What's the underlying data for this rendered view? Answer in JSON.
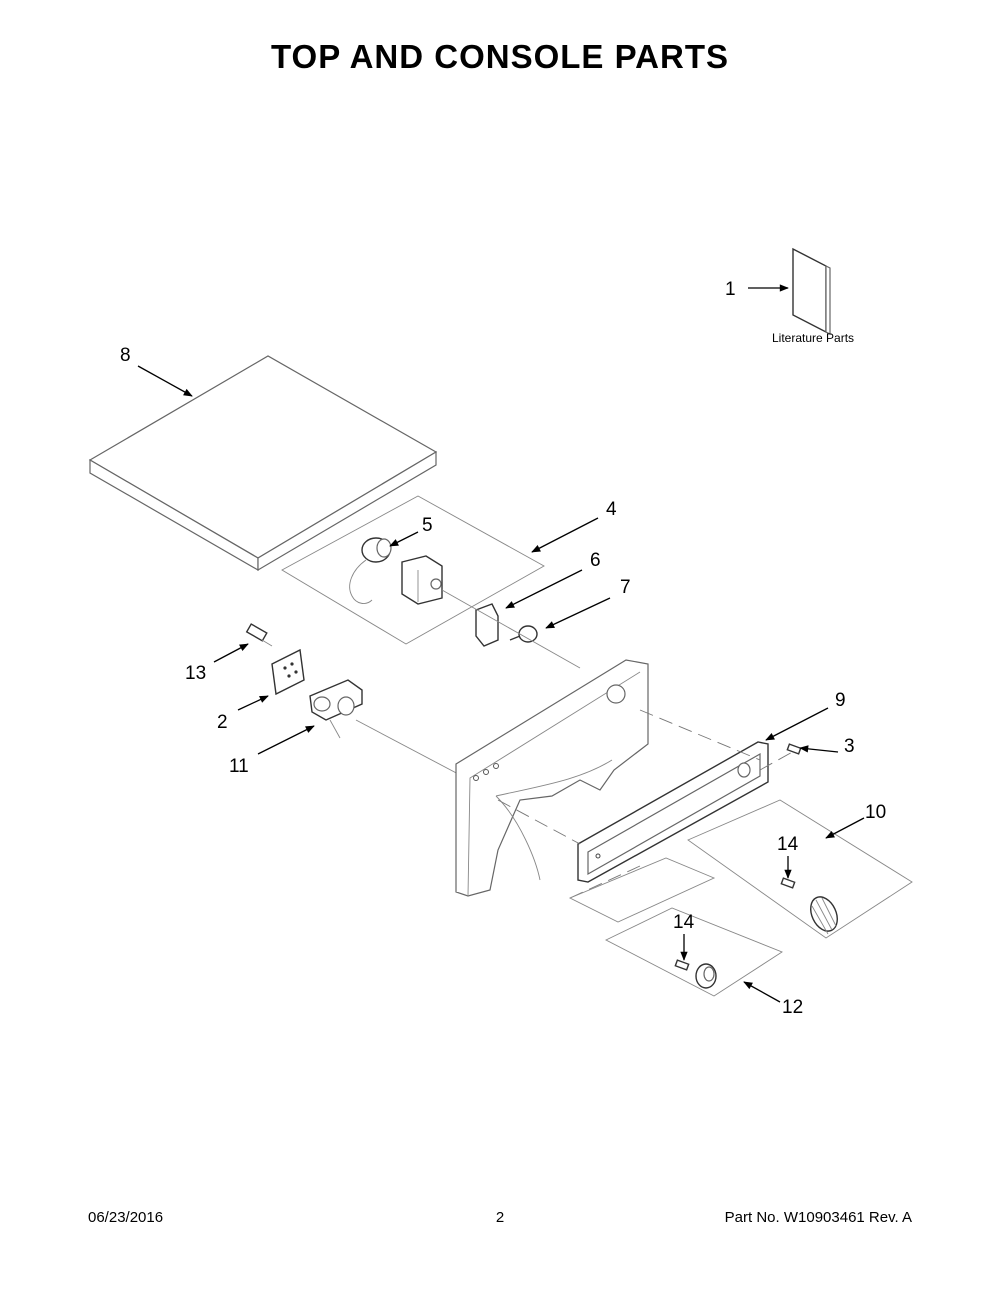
{
  "title": "TOP AND CONSOLE PARTS",
  "literature_label": "Literature Parts",
  "callouts": {
    "c1": "1",
    "c2": "2",
    "c3": "3",
    "c4": "4",
    "c5": "5",
    "c6": "6",
    "c7": "7",
    "c8": "8",
    "c9": "9",
    "c10": "10",
    "c11": "11",
    "c12": "12",
    "c13": "13",
    "c14a": "14",
    "c14b": "14"
  },
  "footer": {
    "date": "06/23/2016",
    "page": "2",
    "part_no": "Part No.  W10903461  Rev.  A"
  }
}
